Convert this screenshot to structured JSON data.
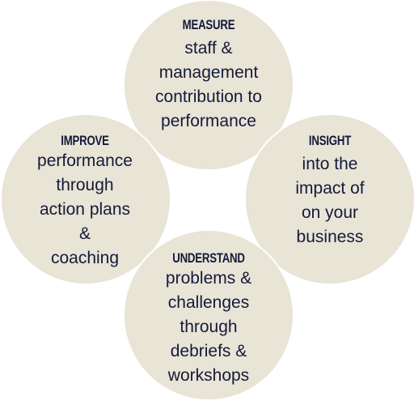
{
  "circles": {
    "measure": {
      "title": "MEASURE",
      "text": "staff &\nmanagement\ncontribution to\nperformance"
    },
    "improve": {
      "title": "IMPROVE",
      "text": "performance\nthrough\naction plans\n&\ncoaching"
    },
    "insight": {
      "title": "INSIGHT",
      "text": "into the\nimpact of\non your\nbusiness"
    },
    "understand": {
      "title": "UNDERSTAND",
      "text": "problems &\nchallenges\nthrough\ndebriefs &\nworkshops"
    }
  },
  "colors": {
    "circle_fill": "#e8e4d6",
    "text": "#141a3a"
  }
}
